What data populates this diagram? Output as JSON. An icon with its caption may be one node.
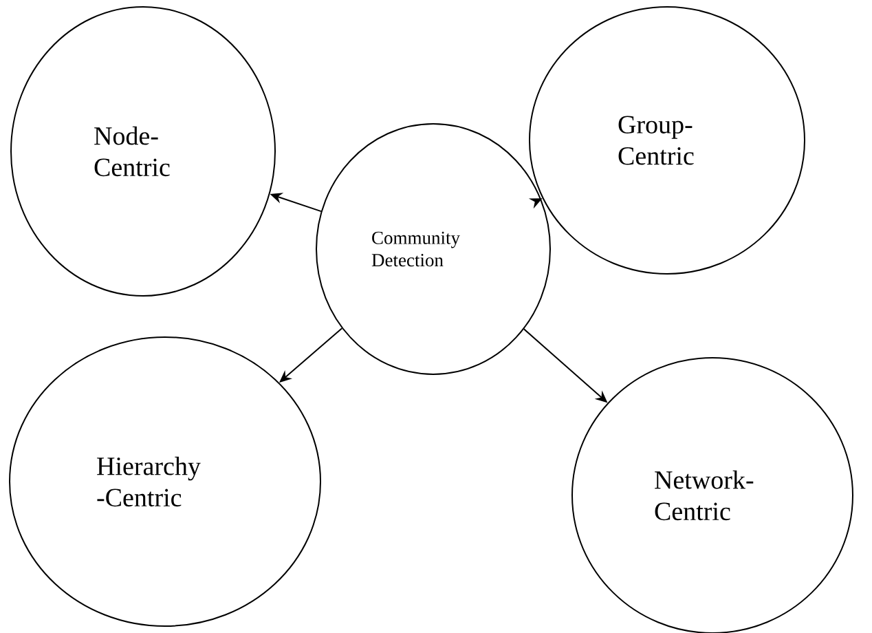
{
  "diagram": {
    "nodes": [
      {
        "text": [
          "Node- Centric"
        ]
      },
      {
        "text": [
          "Group- Centric"
        ]
      },
      {
        "text": [
          "Community Detection"
        ]
      },
      {
        "text": [
          "Hierarchy -Centric"
        ]
      },
      {
        "text": [
          "Network- Centric"
        ]
      }
    ],
    "edges": [
      {
        "from": 2,
        "to": 0,
        "arrow": "to"
      },
      {
        "from": 2,
        "to": 1,
        "arrow": "to"
      },
      {
        "from": 2,
        "to": 3,
        "arrow": "to"
      },
      {
        "from": 2,
        "to": 4,
        "arrow": "to"
      }
    ]
  }
}
